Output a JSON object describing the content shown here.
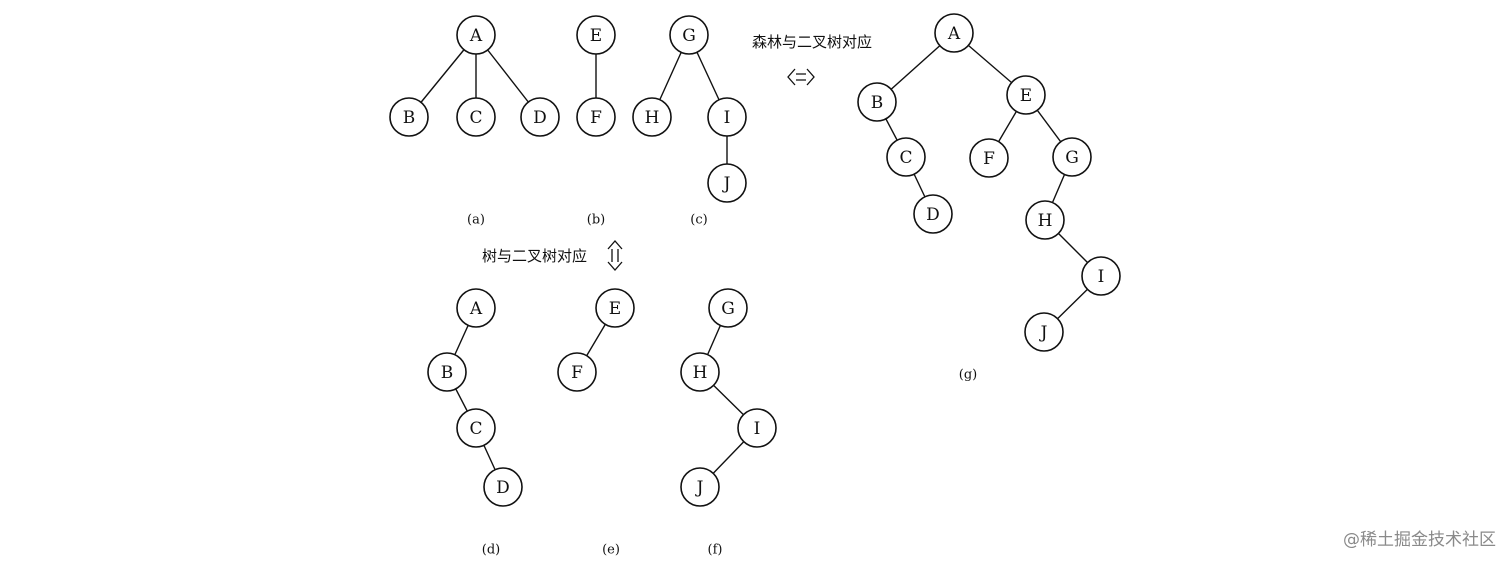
{
  "diagram": {
    "trees": [
      {
        "id": "a",
        "caption": "(a)"
      },
      {
        "id": "b",
        "caption": "(b)"
      },
      {
        "id": "c",
        "caption": "(c)"
      },
      {
        "id": "d",
        "caption": "(d)"
      },
      {
        "id": "e",
        "caption": "(e)"
      },
      {
        "id": "f",
        "caption": "(f)"
      },
      {
        "id": "g",
        "caption": "(g)"
      }
    ],
    "nodes": {
      "a": [
        "A",
        "B",
        "C",
        "D"
      ],
      "b": [
        "E",
        "F"
      ],
      "c": [
        "G",
        "H",
        "I",
        "J"
      ],
      "d": [
        "A",
        "B",
        "C",
        "D"
      ],
      "e": [
        "E",
        "F"
      ],
      "f": [
        "G",
        "H",
        "I",
        "J"
      ],
      "g": [
        "A",
        "B",
        "C",
        "D",
        "E",
        "F",
        "G",
        "H",
        "I",
        "J"
      ]
    },
    "forest_to_binary_label": "森林与二叉树对应",
    "tree_to_binary_label": "树与二叉树对应",
    "horizontal_arrow_icon": "double-arrow-horizontal-icon",
    "vertical_arrow_icon": "double-arrow-vertical-icon"
  },
  "watermark": "@稀土掘金技术社区"
}
